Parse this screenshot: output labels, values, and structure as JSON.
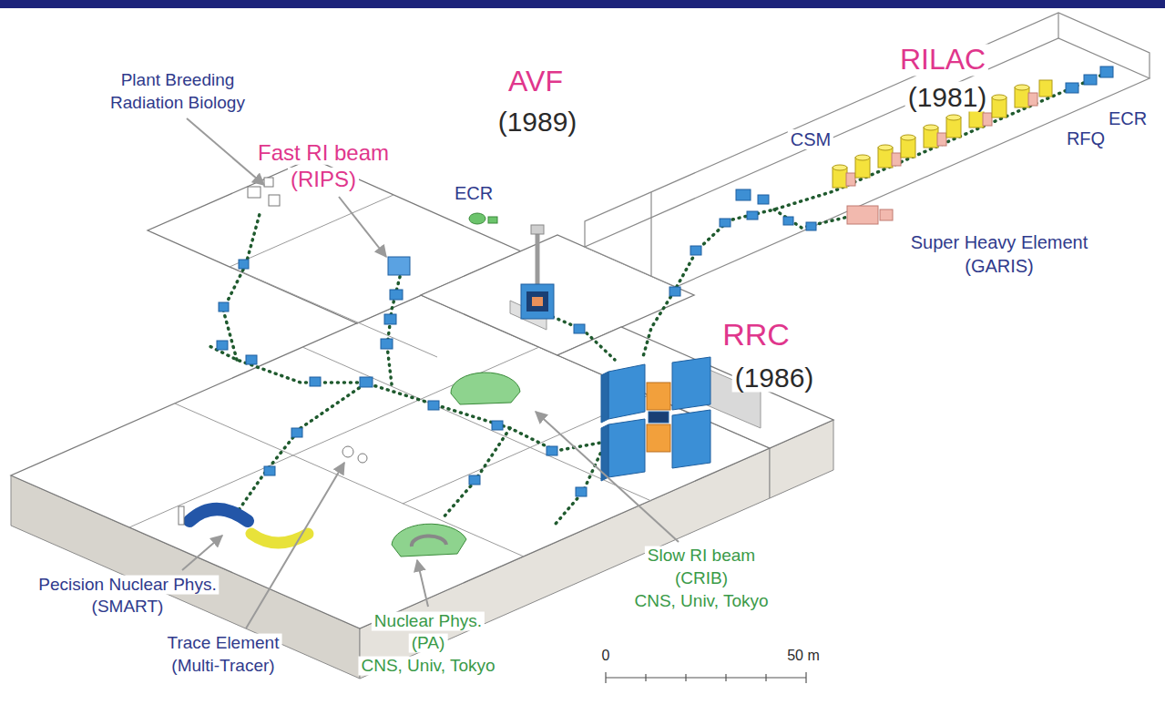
{
  "diagram": {
    "labels": [
      "Plant Breeding",
      "Radiation Biology",
      "RILAC",
      "(1981)",
      "ECR",
      "RFQ",
      "CSM",
      "AVF",
      "(1989)",
      "ECR",
      "Fast RI beam",
      "(RIPS)",
      "Super Heavy Element",
      "(GARIS)",
      "RRC",
      "(1986)",
      "Pecision Nuclear Phys.",
      "(SMART)",
      "Trace Element",
      "(Multi-Tracer)",
      "Nuclear Phys.",
      "(PA)",
      "CNS, Univ, Tokyo",
      "Slow RI beam",
      "(CRIB)",
      "CNS, Univ, Tokyo",
      "0",
      "50 m"
    ]
  }
}
